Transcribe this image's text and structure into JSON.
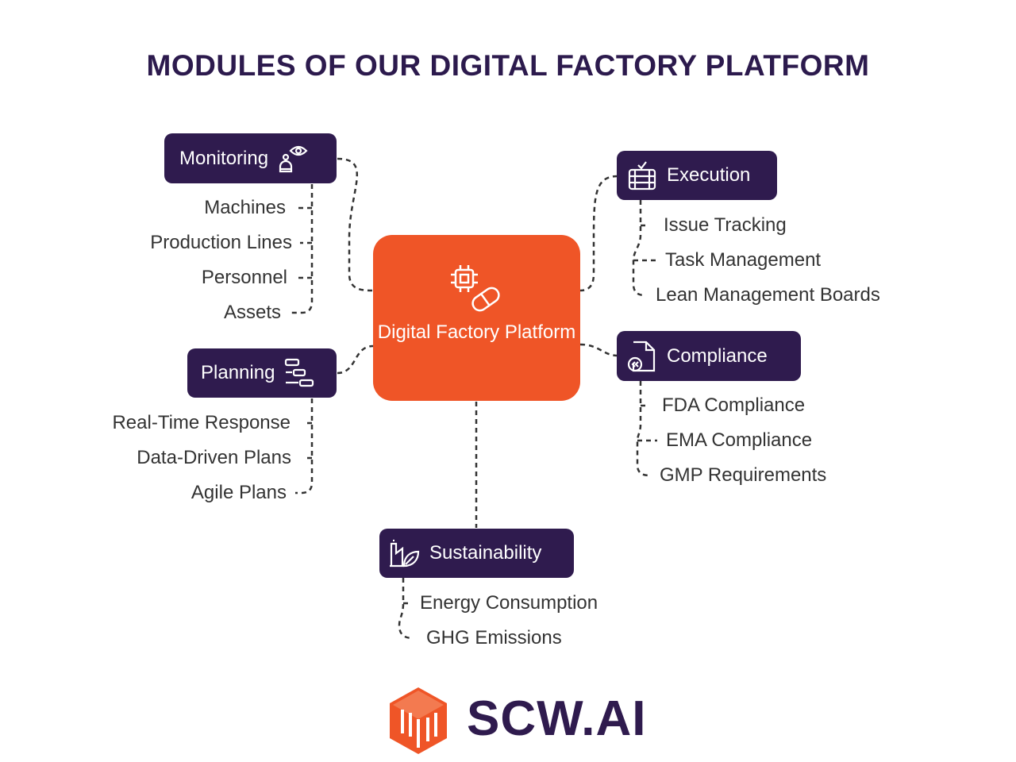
{
  "title": "MODULES OF OUR DIGITAL FACTORY PLATFORM",
  "center": {
    "label": "Digital Factory Platform",
    "icon": "chip-pill-icon"
  },
  "modules": {
    "monitoring": {
      "label": "Monitoring",
      "icon": "robot-eye-icon",
      "items": [
        "Machines",
        "Production Lines",
        "Personnel",
        "Assets"
      ]
    },
    "planning": {
      "label": "Planning",
      "icon": "gantt-icon",
      "items": [
        "Real-Time Response",
        "Data-Driven Plans",
        "Agile Plans"
      ]
    },
    "execution": {
      "label": "Execution",
      "icon": "server-check-icon",
      "items": [
        "Issue Tracking",
        "Task Management",
        "Lean Management Boards"
      ]
    },
    "compliance": {
      "label": "Compliance",
      "icon": "document-icon",
      "items": [
        "FDA Compliance",
        "EMA Compliance",
        "GMP Requirements"
      ]
    },
    "sustainability": {
      "label": "Sustainability",
      "icon": "factory-leaf-icon",
      "items": [
        "Energy Consumption",
        "GHG Emissions"
      ]
    }
  },
  "brand": {
    "name": "SCW.AI",
    "logo_color": "#ef5527",
    "text_color": "#2f1b4e"
  },
  "colors": {
    "accent": "#ef5527",
    "module_bg": "#2f1b4e",
    "title": "#2c1a4d",
    "text": "#333333"
  }
}
